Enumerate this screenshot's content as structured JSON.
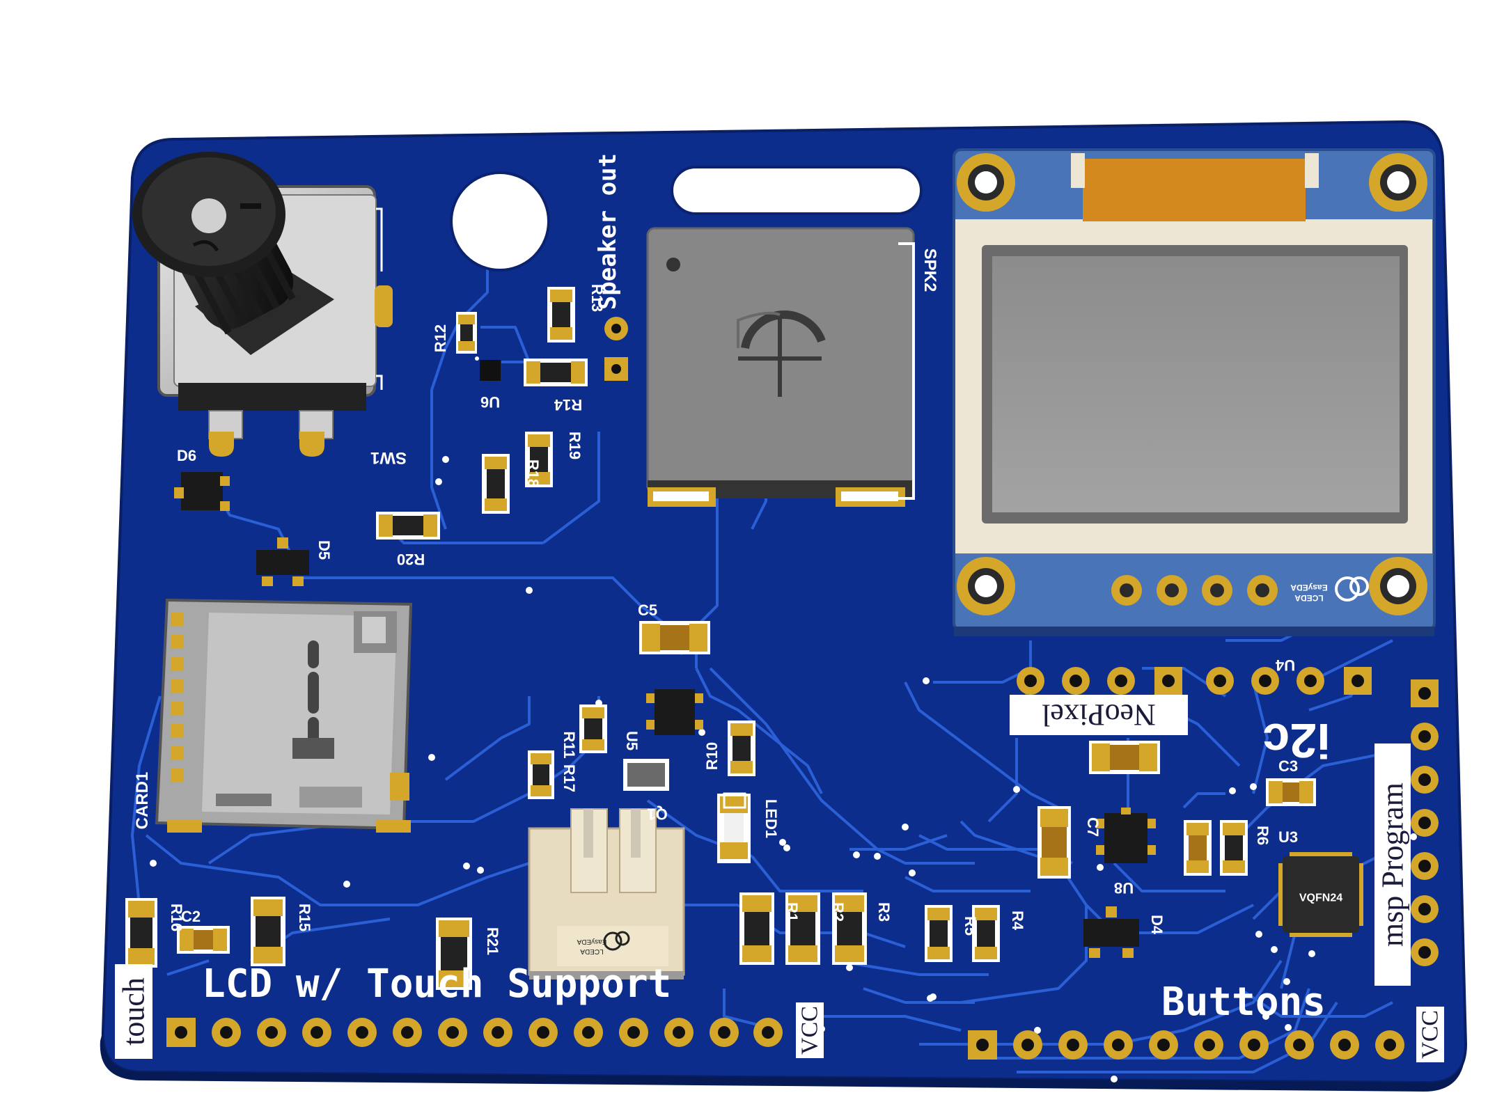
{
  "board": {
    "colors": {
      "pcb": "#0d2d8c",
      "trace": "#2a5fd6",
      "gold": "#d4a62a",
      "silk": "#ffffff"
    }
  },
  "labels": {
    "speaker_out": "Speaker out",
    "spk2": "SPK2",
    "sw1": "SW1",
    "card1": "CARD1",
    "neopixel": "NeoPixel",
    "i2c": "i2c",
    "msp_program": "msp Program",
    "lcd_touch": "LCD w/ Touch Support",
    "touch": "touch",
    "vcc_left": "VCC",
    "vcc_right": "VCC",
    "buttons": "Buttons",
    "easyeda_oled": "EasyEDA",
    "lceda_oled": "LCEDA",
    "easyeda_conn": "EasyEDA",
    "lceda_conn": "LCEDA",
    "vqfn": "VQFN24"
  },
  "designators": {
    "R12": "R12",
    "R13": "R13",
    "R14": "R14",
    "U6": "U6",
    "R19": "R19",
    "R18": "R18",
    "R20": "R20",
    "D6": "D6",
    "D5": "D5",
    "C5": "C5",
    "U5": "U5",
    "R11": "R11",
    "R17": "R17",
    "Q1": "Q1",
    "R10": "R10",
    "LED1": "LED1",
    "R16": "R16",
    "C2": "C2",
    "R15": "R15",
    "R21": "R21",
    "R1": "R1",
    "R2": "R2",
    "R3": "R3",
    "R5": "R5",
    "R4": "R4",
    "C7": "C7",
    "U8": "U8",
    "D4": "D4",
    "C3": "C3",
    "R6": "R6",
    "U3": "U3",
    "U4": "U4"
  }
}
